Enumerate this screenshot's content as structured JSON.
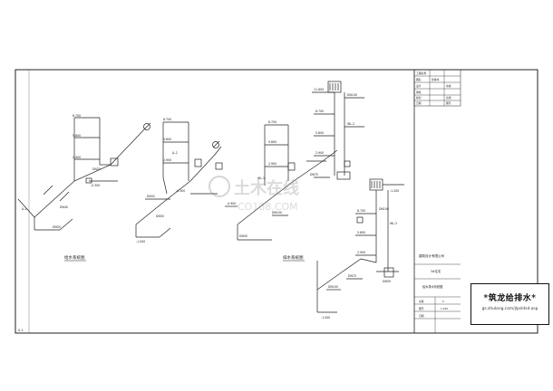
{
  "drawing": {
    "left_caption": "给水系统图",
    "right_caption": "排水系统图",
    "margin_code": "S-1"
  },
  "title_block": {
    "company": "建筑设计有限公司",
    "project_line": "3#住宅",
    "drawing_name": "给水排水系统图",
    "rows": [
      [
        "工程名称",
        ""
      ],
      [
        "图名",
        "给排水"
      ],
      [
        "设计",
        "水施"
      ],
      [
        "审核",
        ""
      ],
      [
        "校对",
        "比例"
      ],
      [
        "日期",
        "图号"
      ]
    ],
    "bottom_rows": [
      [
        "水施",
        "S"
      ],
      [
        "图号",
        "1:100"
      ],
      [
        "日期",
        ""
      ]
    ]
  },
  "stamp": {
    "title": "*筑龙给排水*",
    "url": "gs.zhulong.com/jlpsldsd.asp"
  },
  "watermark": {
    "name": "土木在线",
    "site": "CO188.COM"
  },
  "labels": {
    "l1": "8.700",
    "l2": "5.800",
    "l3": "2.900",
    "l4": "-0.300",
    "l5": "JL-1",
    "l6": "DN50",
    "l7": "DN40",
    "l8": "DN25",
    "m1": "8.700",
    "m2": "5.800",
    "m3": "2.900",
    "m4": "-0.300",
    "m5": "JL-2",
    "m6": "DN32",
    "m7": "DN50",
    "m8": "-1.000",
    "r1": "8.700",
    "r2": "5.800",
    "r3": "2.900",
    "r4": "WL-1",
    "r5": "DN100",
    "r6": "-0.900",
    "r7": "DN75",
    "r8": "DN50",
    "v1": "11.600",
    "v2": "8.700",
    "v3": "5.800",
    "v4": "2.900",
    "v5": "DN100",
    "v6": "WL-2",
    "v7": "-1.200",
    "v8": "DN100",
    "w1": "8.700",
    "w2": "5.800",
    "w3": "2.900",
    "w4": "WL-3",
    "w5": "DN75",
    "w6": "-1.000",
    "w7": "DN100",
    "w8": "DN50"
  }
}
